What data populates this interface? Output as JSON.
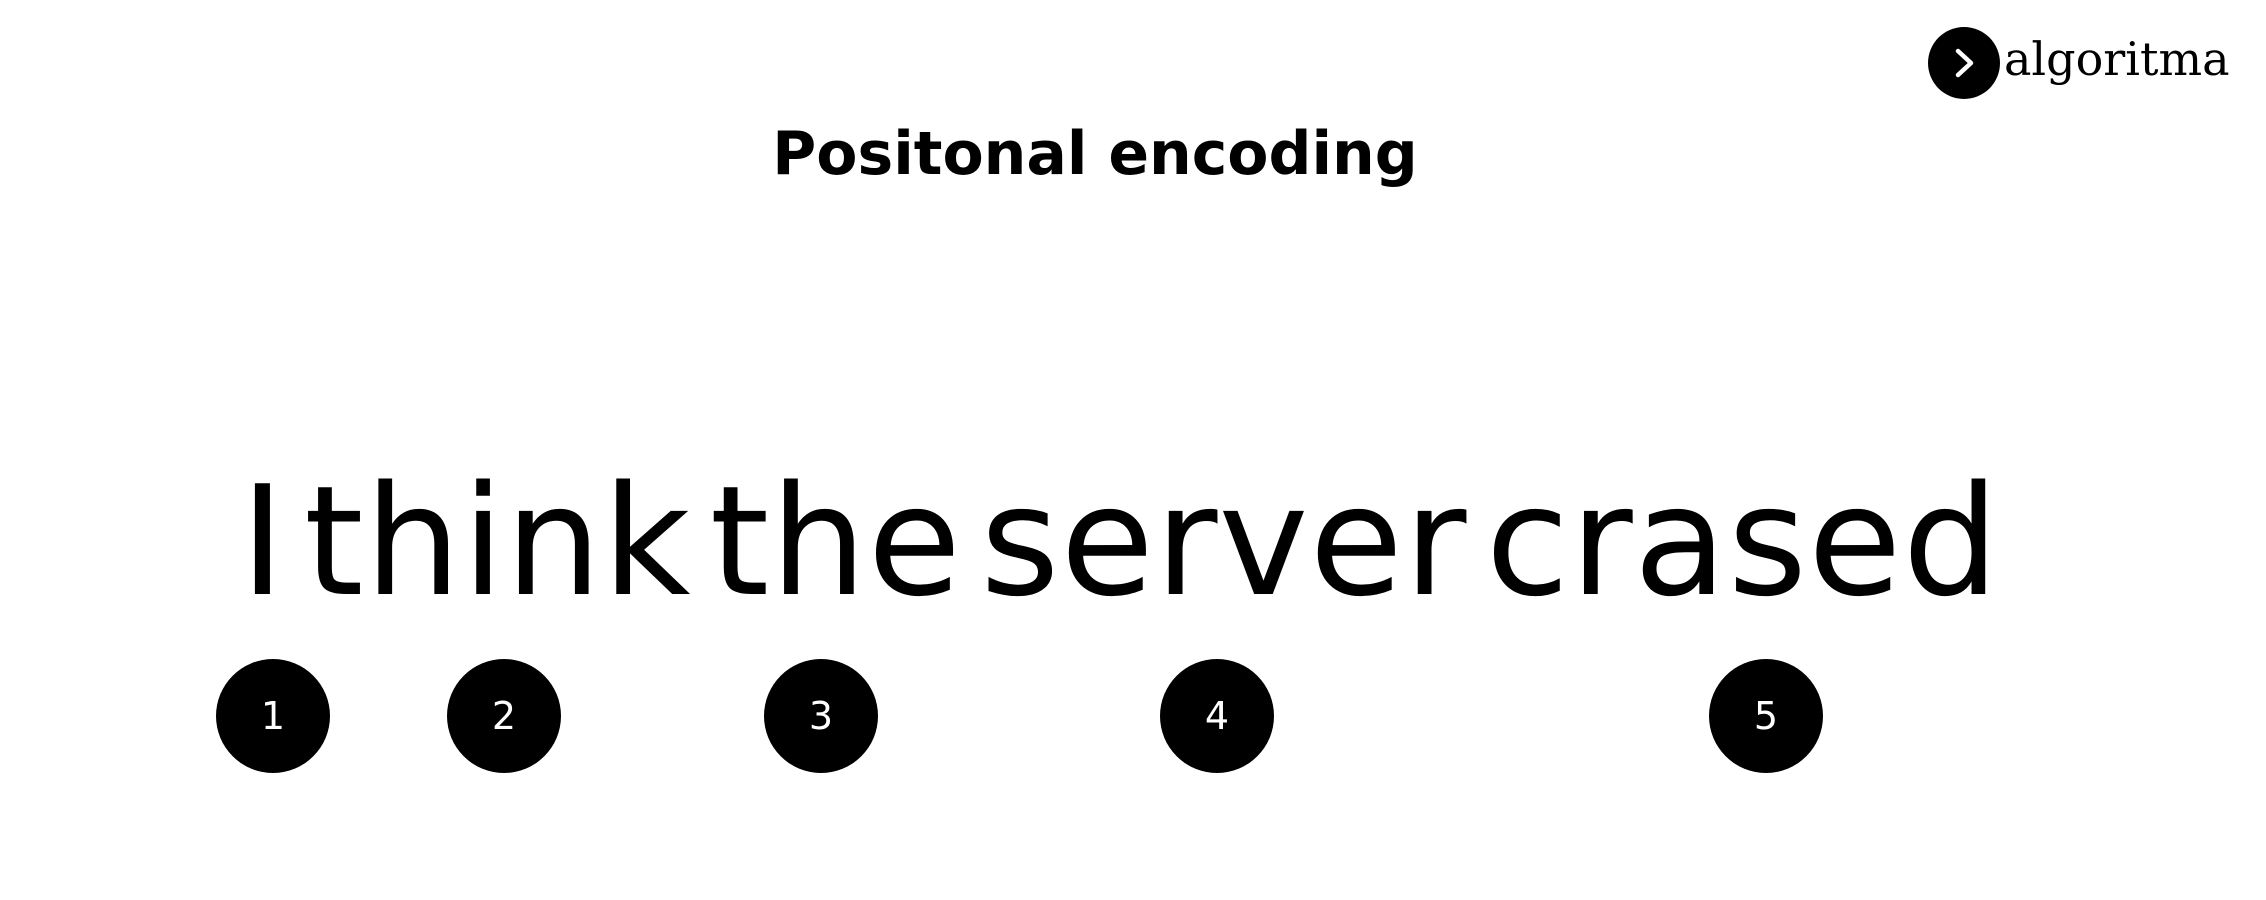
{
  "brand": {
    "name": "algoritma",
    "icon": "chevron-right-icon",
    "badge_color": "#000000"
  },
  "title": "Positonal encoding",
  "sentence": {
    "words": [
      "I",
      "think",
      "the",
      "server",
      "crased"
    ]
  },
  "positions": [
    {
      "label": "1"
    },
    {
      "label": "2"
    },
    {
      "label": "3"
    },
    {
      "label": "4"
    },
    {
      "label": "5"
    }
  ]
}
